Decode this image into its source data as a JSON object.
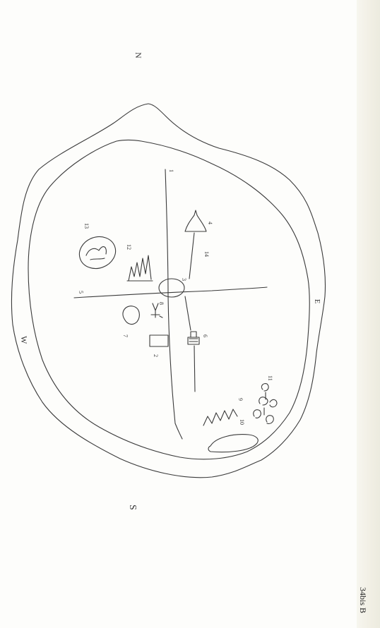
{
  "drawing": {
    "corner_marks": {
      "top": "N",
      "bottom": "S",
      "left": "W",
      "right": "E"
    },
    "numbers": [
      "1",
      "2",
      "3",
      "4",
      "5",
      "6",
      "7",
      "8",
      "9",
      "10",
      "11",
      "12",
      "13",
      "14"
    ]
  },
  "footer": {
    "page_number": "34bis B"
  },
  "colors": {
    "ink": "#3a3a3a",
    "paper": "#fdfdfb"
  }
}
